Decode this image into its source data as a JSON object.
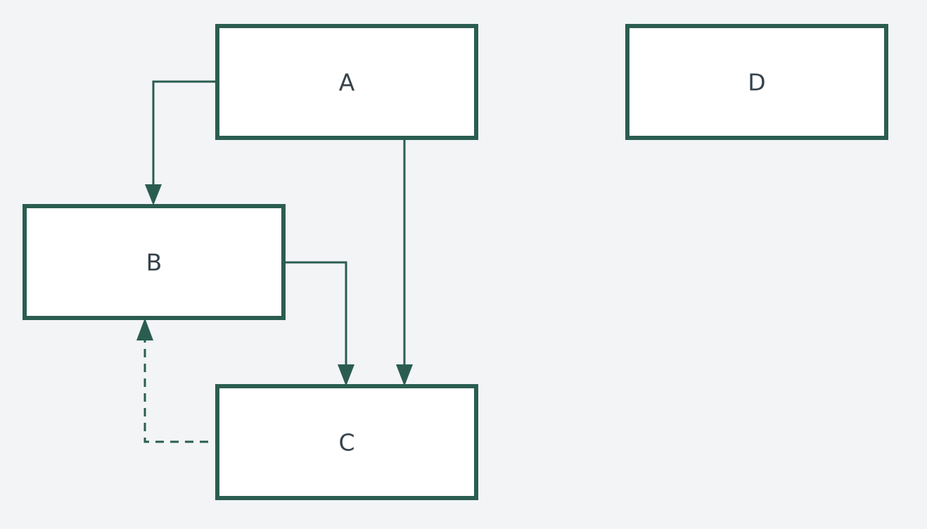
{
  "diagram": {
    "nodes": [
      {
        "id": "A",
        "label": "A"
      },
      {
        "id": "B",
        "label": "B"
      },
      {
        "id": "C",
        "label": "C"
      },
      {
        "id": "D",
        "label": "D"
      }
    ],
    "edges": [
      {
        "from": "A",
        "to": "B",
        "style": "solid"
      },
      {
        "from": "A",
        "to": "C",
        "style": "solid"
      },
      {
        "from": "B",
        "to": "C",
        "style": "solid"
      },
      {
        "from": "C",
        "to": "B",
        "style": "dashed"
      }
    ],
    "colors": {
      "background": "#f2f4f6",
      "node_fill": "#ffffff",
      "stroke": "#2a5d50",
      "label": "#36434b"
    }
  }
}
